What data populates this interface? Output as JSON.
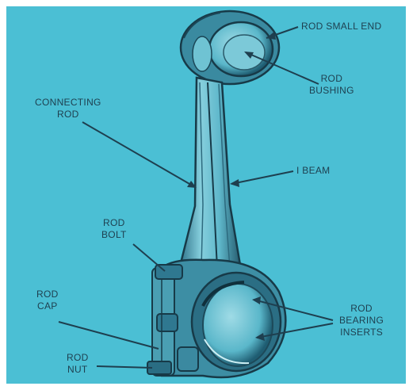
{
  "colors": {
    "background": "#4bbfd4",
    "ink": "#1e3f4f",
    "metal_light": "#8fd3e0",
    "metal_shadow": "#2a6f86"
  },
  "labels": {
    "rod_small_end": [
      "ROD SMALL END"
    ],
    "rod_bushing": [
      "ROD",
      "BUSHING"
    ],
    "connecting_rod": [
      "CONNECTING",
      "ROD"
    ],
    "i_beam": [
      "I BEAM"
    ],
    "rod_bolt": [
      "ROD",
      "BOLT"
    ],
    "rod_cap": [
      "ROD",
      "CAP"
    ],
    "rod_bearing_inserts": [
      "ROD",
      "BEARING",
      "INSERTS"
    ],
    "rod_nut": [
      "ROD",
      "NUT"
    ]
  }
}
